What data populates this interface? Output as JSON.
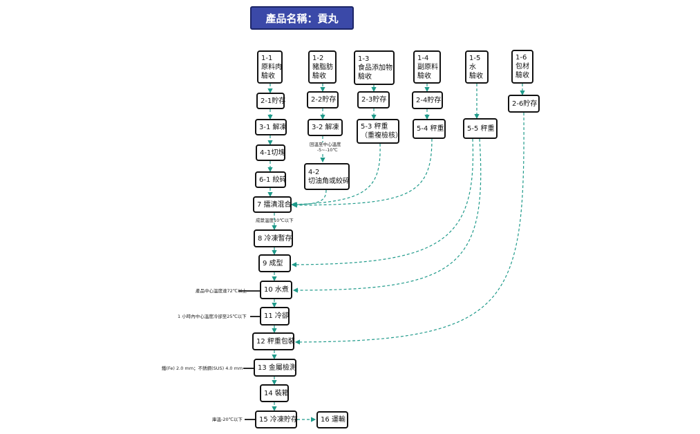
{
  "title": "產品名稱：貢丸",
  "nodes": {
    "n1_1": [
      "1-1",
      "原料肉",
      "驗收"
    ],
    "n1_2": [
      "1-2",
      "豬脂肪",
      "驗收"
    ],
    "n1_3": [
      "1-3",
      "食品添加物",
      "驗收"
    ],
    "n1_4": [
      "1-4",
      "副原料",
      "驗收"
    ],
    "n1_5": [
      "1-5",
      "水",
      "驗收"
    ],
    "n1_6": [
      "1-6",
      "包材",
      "驗收"
    ],
    "n2_1": "2-1貯存",
    "n2_2": "2-2貯存",
    "n2_3": "2-3貯存",
    "n2_4": "2-4貯存",
    "n2_6": "2-6貯存",
    "n3_1": "3-1 解凍",
    "n3_2": "3-2 解凍",
    "n5_3": [
      "5-3 秤重",
      "（重複檢核）"
    ],
    "n5_4": "5-4 秤重",
    "n5_5": "5-5 秤重",
    "n4_1": "4-1切塊",
    "n4_2": [
      "4-2",
      "切油角或絞碎"
    ],
    "n6_1": "6-1 絞碎",
    "n7": "7 擂潰混合",
    "n8": "8 冷凍暫存",
    "n9": "9 成型",
    "n10": "10 水煮",
    "n11": "11 冷卻",
    "n12": "12 秤重包裝",
    "n13": "13 金屬檢測",
    "n14": "14 裝箱",
    "n15": "15 冷凍貯存",
    "n16": "16 運輸"
  },
  "notes": {
    "thaw_temp": [
      "回溫至中心溫度",
      "-5~-10℃"
    ],
    "mix_temp": "成漿溫度10℃以下",
    "boil_temp": "產品中心溫度達72℃以上",
    "cool_temp": "1 小時內中心溫度冷卻至25℃以下",
    "metal": "鐵(Fe) 2.0 mm；不銹鋼(SUS) 4.0 mm",
    "store_temp": "庫溫-20℃以下"
  },
  "colors": {
    "title_bg": "#3b49a8",
    "arrow": "#1f9a8a"
  }
}
